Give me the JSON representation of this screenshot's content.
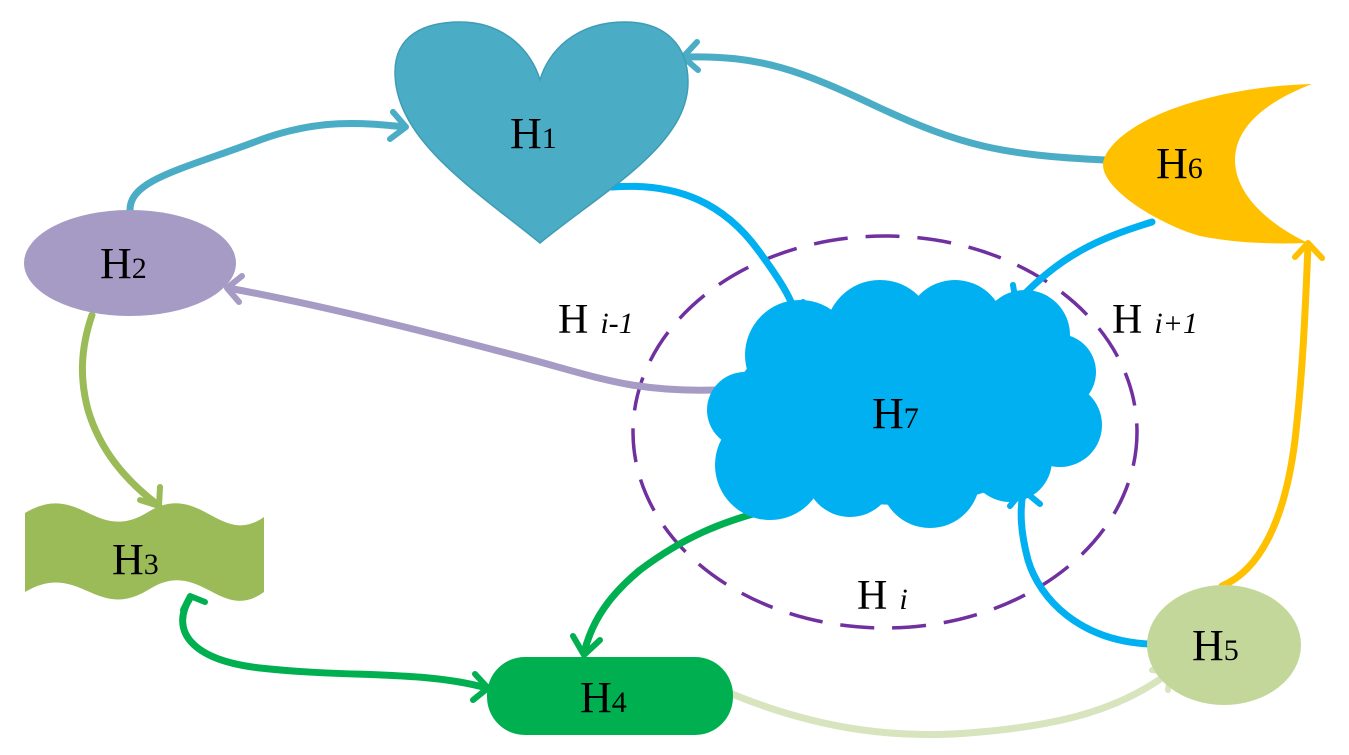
{
  "nodes": {
    "h1": {
      "letter": "H",
      "index": "1",
      "color": "#4BACC6"
    },
    "h2": {
      "letter": "H",
      "index": "2",
      "color": "#A69BC4"
    },
    "h3": {
      "letter": "H",
      "index": "3",
      "color": "#9BBB59"
    },
    "h4": {
      "letter": "H",
      "index": "4",
      "color": "#00B050"
    },
    "h5": {
      "letter": "H",
      "index": "5",
      "color": "#C4D79B"
    },
    "h6": {
      "letter": "H",
      "index": "6",
      "color": "#FFC000"
    },
    "h7": {
      "letter": "H",
      "index": "7",
      "color": "#00B0F0"
    }
  },
  "rings": {
    "color": "#7030A0",
    "prev": {
      "letter": "H",
      "index": "i-1"
    },
    "curr": {
      "letter": "H",
      "index": "i"
    },
    "next": {
      "letter": "H",
      "index": "i+1"
    }
  },
  "edges": [
    {
      "from": "H2",
      "to": "H1",
      "color": "#4BACC6"
    },
    {
      "from": "H6",
      "to": "H1",
      "color": "#4BACC6"
    },
    {
      "from": "H1",
      "to": "H7",
      "color": "#00B0F0"
    },
    {
      "from": "H6",
      "to": "H7",
      "color": "#00B0F0"
    },
    {
      "from": "H7",
      "to": "H2",
      "color": "#A69BC4"
    },
    {
      "from": "H2",
      "to": "H3",
      "color": "#9BBB59"
    },
    {
      "from": "H3",
      "to": "H4",
      "color": "#00B050",
      "bidirectional": true
    },
    {
      "from": "H7",
      "to": "H4",
      "color": "#00B050"
    },
    {
      "from": "H4",
      "to": "H5",
      "color": "#D7E4BD"
    },
    {
      "from": "H5",
      "to": "H7",
      "color": "#00B0F0"
    },
    {
      "from": "H5",
      "to": "H6",
      "color": "#FFC000"
    }
  ]
}
